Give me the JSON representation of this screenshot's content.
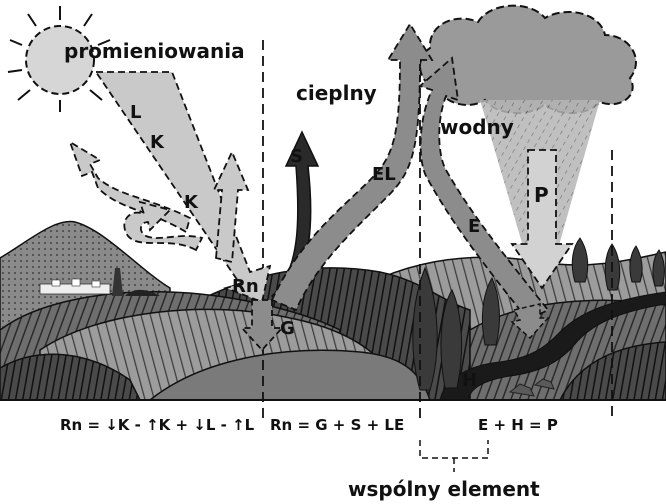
{
  "panels": {
    "radiation": "promieniowania",
    "thermal": "cieplny",
    "water": "wodny"
  },
  "arrows": {
    "L": "L",
    "K1": "K",
    "K2": "K",
    "Rn": "Rn",
    "G": "G",
    "S": "S",
    "EL": "EL",
    "E": "E",
    "P": "P",
    "H": "H"
  },
  "equations": {
    "radiation": "Rn = ↓K - ↑K + ↓L - ↑L",
    "thermal": "Rn = G + S + LE",
    "water": "E + H = P"
  },
  "common_element": "wspólny element",
  "colors": {
    "ink": "#111111",
    "light_arrow": "#c9c9c9",
    "mid_arrow": "#8c8c8c",
    "dark_arrow": "#3a3a3a",
    "sun": "#d6d6d6",
    "cloud": "#9a9a9a"
  }
}
